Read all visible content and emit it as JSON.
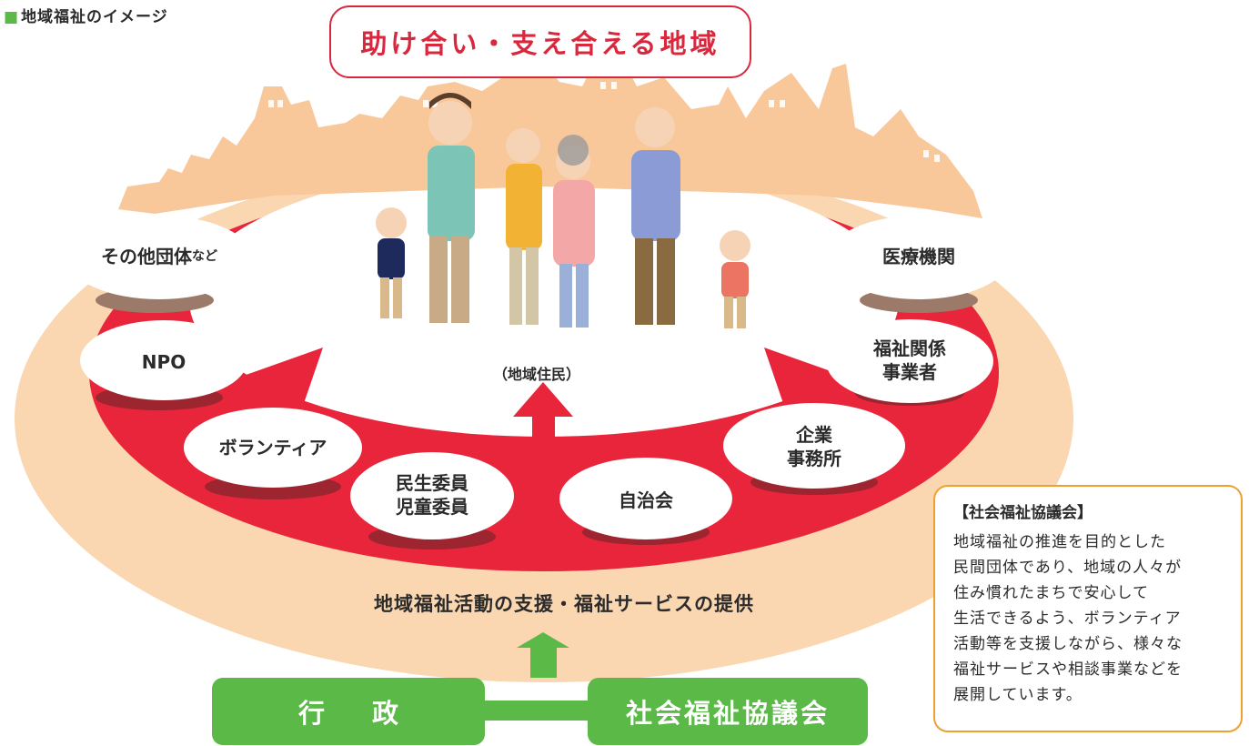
{
  "heading": "地域福祉のイメージ",
  "title": "助け合い・支え合える地域",
  "organizations": {
    "other_groups": "その他団体",
    "other_groups_suffix": "など",
    "npo": "NPO",
    "volunteer": "ボランティア",
    "minsei_line1": "民生委員",
    "minsei_line2": "児童委員",
    "jichikai": "自治会",
    "company_line1": "企業",
    "company_line2": "事務所",
    "welfare_line1": "福祉関係",
    "welfare_line2": "事業者",
    "medical": "医療機関"
  },
  "residents_label": "（地域住民）",
  "support_text": "地域福祉活動の支援・福祉サービスの提供",
  "bottom": {
    "government": "行政",
    "council": "社会福祉協議会"
  },
  "info": {
    "title": "【社会福祉協議会】",
    "lines": [
      "地域福祉の推進を目的とした",
      "民間団体であり、地域の人々が",
      "住み慣れたまちで安心して",
      "生活できるよう、ボランティア",
      "活動等を支援しながら、様々な",
      "福祉サービスや相談事業などを",
      "展開しています。"
    ]
  },
  "colors": {
    "red": "#e8253b",
    "peach": "#fad7b0",
    "green": "#5ab947",
    "orange_border": "#f0a030",
    "title_red": "#d9283e"
  }
}
